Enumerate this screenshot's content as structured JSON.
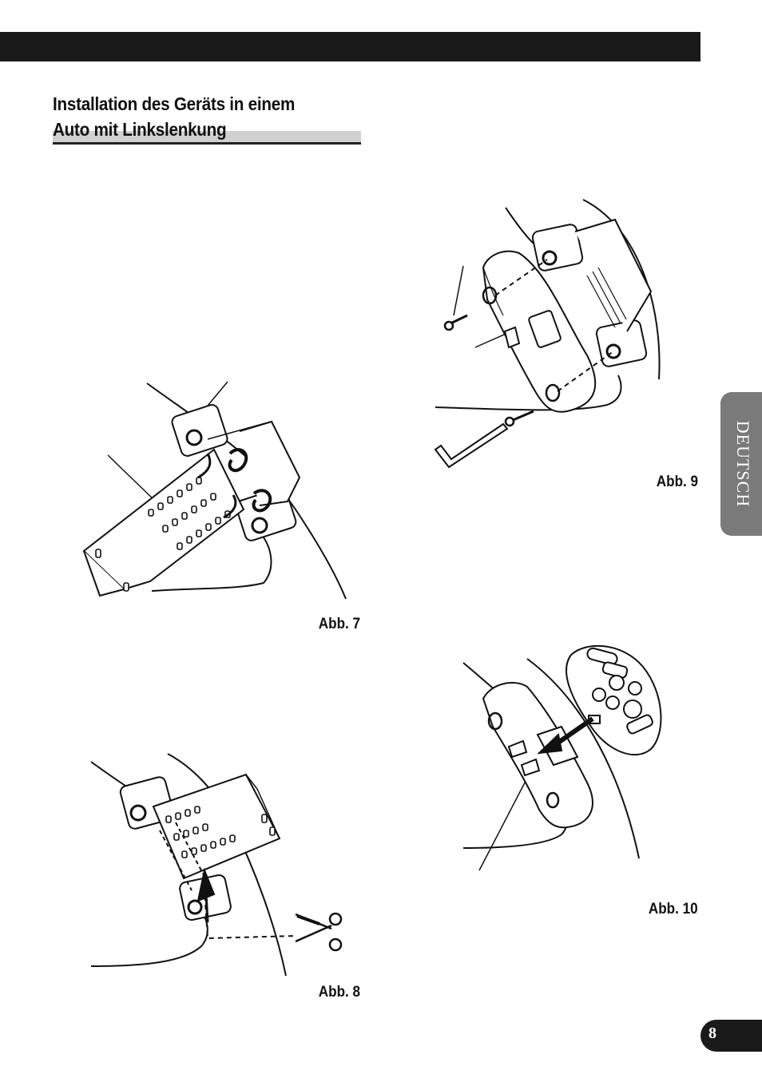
{
  "header": {
    "title_line1": "Installation des Geräts in einem",
    "title_line2": "Auto mit Linkslenkung"
  },
  "figures": {
    "fig7_caption": "Abb. 7",
    "fig8_caption": "Abb. 8",
    "fig9_caption": "Abb. 9",
    "fig10_caption": "Abb. 10"
  },
  "side_tab": {
    "language": "DEUTSCH"
  },
  "footer": {
    "page_number": "8"
  }
}
